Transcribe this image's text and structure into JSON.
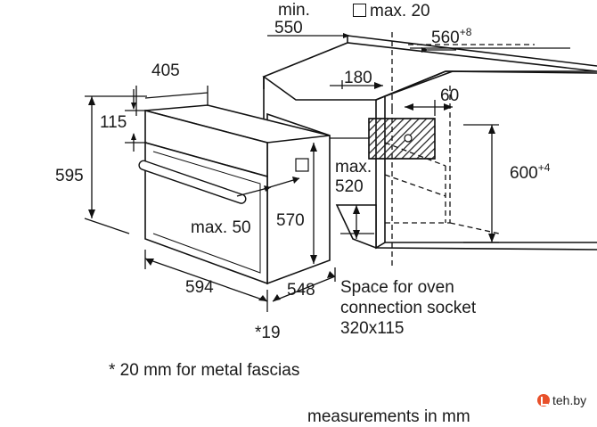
{
  "labels": {
    "min": "min.",
    "d550": "550",
    "max20": "max. 20",
    "d560": "560",
    "d560_sup": "+8",
    "d405": "405",
    "d180": "180",
    "d60": "60",
    "d115": "115",
    "d595": "595",
    "max": "max.",
    "d520": "520",
    "d600": "600",
    "d600_sup": "+4",
    "d570": "570",
    "max50": "max. 50",
    "d594": "594",
    "d548": "548",
    "footnote_mark": "*19"
  },
  "socket_note": {
    "line1": "Space for oven",
    "line2": "connection socket",
    "line3": "320x115"
  },
  "footnote": "* 20 mm for metal fascias",
  "caption": "measurements in mm",
  "watermark": "teh.by"
}
